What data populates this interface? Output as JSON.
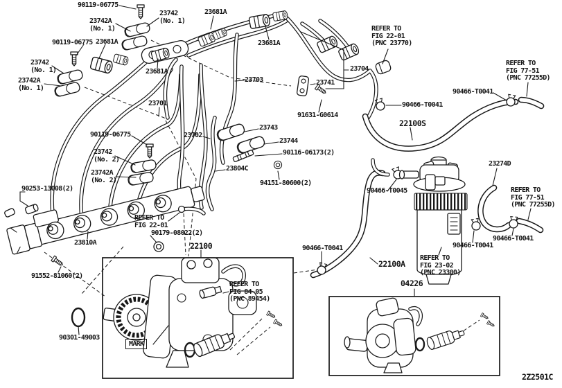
{
  "diagram": {
    "type": "parts-catalog-figure",
    "subject": "fuel injection pipes, pump and filter",
    "drawing_code": "2Z2501C",
    "colors": {
      "line": "#181818",
      "background": "#ffffff"
    }
  },
  "callouts": [
    {
      "part": "90119-06775",
      "text": "90119-06775"
    },
    {
      "part": "23742A-no1",
      "text": "23742A\n(No. 1)"
    },
    {
      "part": "23742-no1",
      "text": "23742\n(No. 1)"
    },
    {
      "part": "23681A",
      "text": "23681A"
    },
    {
      "part": "90119-06775",
      "text": "90119-06775"
    },
    {
      "part": "23681A",
      "text": "23681A"
    },
    {
      "part": "23681A",
      "text": "23681A"
    },
    {
      "part": "23742-no1",
      "text": "23742\n(No. 1)"
    },
    {
      "part": "23742A-no1",
      "text": "23742A\n(No. 1)"
    },
    {
      "part": "23681A",
      "text": "23681A"
    },
    {
      "part": "23703",
      "text": "23703"
    },
    {
      "part": "23704",
      "text": "23704"
    },
    {
      "part": "refer-fig-22-01-pnc-23770",
      "text": "REFER TO\nFIG 22-01\n(PNC 23770)"
    },
    {
      "part": "refer-fig-77-51-pnc-77255d",
      "text": "REFER TO\nFIG 77-51\n(PNC 77255D)"
    },
    {
      "part": "23701",
      "text": "23701"
    },
    {
      "part": "23741",
      "text": "23741"
    },
    {
      "part": "90466-T0041",
      "text": "90466-T0041"
    },
    {
      "part": "90466-T0041",
      "text": "90466-T0041"
    },
    {
      "part": "91631-G0614",
      "text": "91631-G0614"
    },
    {
      "part": "22100S",
      "text": "22100S"
    },
    {
      "part": "90119-06775",
      "text": "90119-06775"
    },
    {
      "part": "23743",
      "text": "23743"
    },
    {
      "part": "23702",
      "text": "23702"
    },
    {
      "part": "23744",
      "text": "23744"
    },
    {
      "part": "23742-no2",
      "text": "23742\n(No. 2)"
    },
    {
      "part": "90116-06173",
      "text": "90116-06173(2)"
    },
    {
      "part": "23804C",
      "text": "23804C"
    },
    {
      "part": "23742A-no2",
      "text": "23742A\n(No. 2)"
    },
    {
      "part": "23274D",
      "text": "23274D"
    },
    {
      "part": "94151-80600",
      "text": "94151-80600(2)"
    },
    {
      "part": "90253-13008",
      "text": "90253-13008(2)"
    },
    {
      "part": "90466-T0045",
      "text": "90466-T0045"
    },
    {
      "part": "refer-fig-77-51-pnc-77255d",
      "text": "REFER TO\nFIG 77-51\n(PNC 77255D)"
    },
    {
      "part": "refer-fig-22-01",
      "text": "REFER TO\nFIG 22-01"
    },
    {
      "part": "90179-08022",
      "text": "90179-08022(2)"
    },
    {
      "part": "23810A",
      "text": "23810A"
    },
    {
      "part": "90466-T0041",
      "text": "90466-T0041"
    },
    {
      "part": "22100",
      "text": "22100"
    },
    {
      "part": "90466-T0041",
      "text": "90466-T0041"
    },
    {
      "part": "90466-T0041",
      "text": "90466-T0041"
    },
    {
      "part": "22100A",
      "text": "22100A"
    },
    {
      "part": "refer-fig-23-02-pnc-23300",
      "text": "REFER TO\nFIG 23-02\n(PNC 23300)"
    },
    {
      "part": "91552-81060",
      "text": "91552-81060(2)"
    },
    {
      "part": "refer-fig-84-05-pnc-89454",
      "text": "REFER TO\nFIG 84-05\n(PNC 89454)"
    },
    {
      "part": "04226",
      "text": "04226"
    },
    {
      "part": "90301-49003",
      "text": "90301-49003"
    },
    {
      "part": "mark-stamp",
      "text": "MARK"
    },
    {
      "part": "drawing-code",
      "text": "2Z2501C"
    }
  ]
}
